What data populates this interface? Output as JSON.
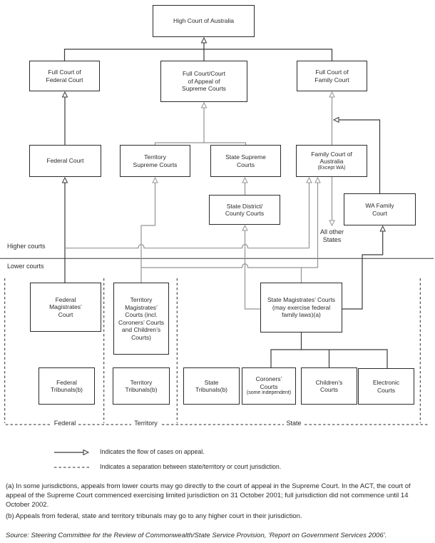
{
  "diagram": {
    "nodes": {
      "high_court": {
        "label": "High Court of Australia"
      },
      "full_federal": {
        "label": "Full Court of\nFederal Court"
      },
      "full_supreme": {
        "label": "Full Court/Court\nof Appeal of\nSupreme Courts"
      },
      "full_family": {
        "label": "Full Court of\nFamily Court"
      },
      "federal_court": {
        "label": "Federal Court"
      },
      "territory_supreme": {
        "label": "Territory\nSupreme Courts"
      },
      "state_supreme": {
        "label": "State Supreme\nCourts"
      },
      "family_court_australia": {
        "label": "Family Court of\nAustralia",
        "sublabel": "(Except WA)"
      },
      "state_district": {
        "label": "State District/\nCounty Courts"
      },
      "wa_family": {
        "label": "WA Family\nCourt"
      },
      "federal_magistrates": {
        "label": "Federal\nMagistrates’\nCourt"
      },
      "territory_magistrates": {
        "label": "Territory\nMagistrates’\nCourts (incl.\nCoroners’ Courts\nand Children’s\nCourts)"
      },
      "state_magistrates": {
        "label": "State Magistrates’ Courts\n(may exercise federal\nfamily laws)(a)"
      },
      "federal_tribunals": {
        "label": "Federal\nTribunals(b)"
      },
      "territory_tribunals": {
        "label": "Territory\nTribunals(b)"
      },
      "state_tribunals": {
        "label": "State\nTribunals(b)"
      },
      "coroners_courts": {
        "label": "Coroners’\nCourts",
        "sublabel": "(some independent)"
      },
      "childrens_courts": {
        "label": "Children’s\nCourts"
      },
      "electronic_courts": {
        "label": "Electronic\nCourts"
      }
    },
    "annotations": {
      "higher_courts": "Higher courts",
      "lower_courts": "Lower courts",
      "all_other_states": "All other\nStates"
    },
    "section_labels": {
      "federal": "Federal",
      "territory": "Territory",
      "state": "State"
    }
  },
  "legend": {
    "appeal_flow": "Indicates the flow of cases on appeal.",
    "separation": "Indicates a separation between state/territory or court jurisdiction."
  },
  "footnotes": {
    "a": "(a) In some jurisdictions, appeals from lower courts may go directly to the court of appeal in the Supreme Court. In the ACT, the court of appeal of the Supreme Court commenced exercising limited jurisdiction on 31 October 2001; full jurisdiction did not commence until 14 October 2002.",
    "b": "(b) Appeals from federal, state and territory tribunals may go to any higher court in their jurisdiction."
  },
  "source": "Source: Steering Committee for the Review of Commonwealth/State Service Provision, ‘Report on Government Services 2006’.",
  "colors": {
    "line_dark": "#3a3a3a",
    "line_gray": "#949494",
    "text": "#2b2b2b",
    "background": "#ffffff"
  }
}
